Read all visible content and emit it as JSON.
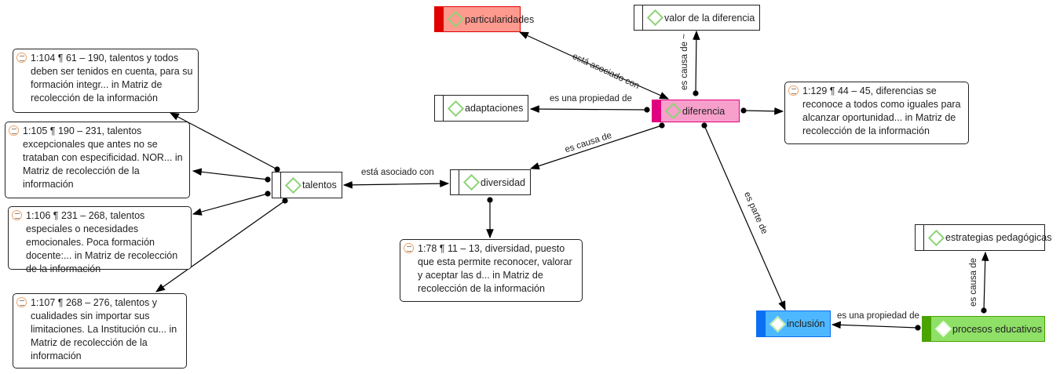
{
  "codes": {
    "particularidades": {
      "label": "particularidades",
      "color": "#ff9a8f",
      "stripe": "#e00000"
    },
    "valor": {
      "label": "valor de la diferencia"
    },
    "adaptaciones": {
      "label": "adaptaciones"
    },
    "diferencia": {
      "label": "diferencia",
      "color": "#f8a0cc",
      "stripe": "#e0007f"
    },
    "diversidad": {
      "label": "diversidad"
    },
    "talentos": {
      "label": "talentos"
    },
    "inclusion": {
      "label": "inclusión",
      "color": "#4db8ff",
      "stripe": "#0a6ff0"
    },
    "procesos": {
      "label": "procesos educativos",
      "color": "#8ee066",
      "stripe": "#4aa400"
    },
    "estrategias": {
      "label": "estrategias pedagógicas"
    }
  },
  "quotes": {
    "q104": "1:104 ¶ 61 – 190, talentos y todos deben ser tenidos en cuenta, para su formación integr... in Matriz de recolección de la información",
    "q105": "1:105 ¶ 190 – 231, talentos excepcionales que antes no se trataban con especificidad. NOR... in Matriz de recolección de la información",
    "q106": "1:106 ¶ 231 – 268, talentos especiales o necesidades emocionales. Poca formación docente:... in Matriz de recolección de la información",
    "q107": "1:107 ¶ 268 – 276, talentos y cualidades sin importar sus limitaciones. La Institución cu... in Matriz de recolección de la información",
    "q78": "1:78 ¶ 11 – 13, diversidad, puesto que esta permite reconocer, valorar y aceptar las d... in Matriz de recolección de la información",
    "q129": "1:129 ¶ 44 – 45, diferencias se reconoce a todos como iguales para alcanzar oportunidad... in Matriz de recolección de la información"
  },
  "relations": {
    "talentos_diversidad": "está asociado con",
    "diferencia_particularidades": "está asociado con",
    "diferencia_adaptaciones": "es una propiedad de",
    "diferencia_diversidad": "es causa de",
    "diferencia_valor": "es causa de ~",
    "diferencia_inclusion": "es parte de",
    "procesos_inclusion": "es una propiedad de",
    "procesos_estrategias": "es causa de"
  }
}
